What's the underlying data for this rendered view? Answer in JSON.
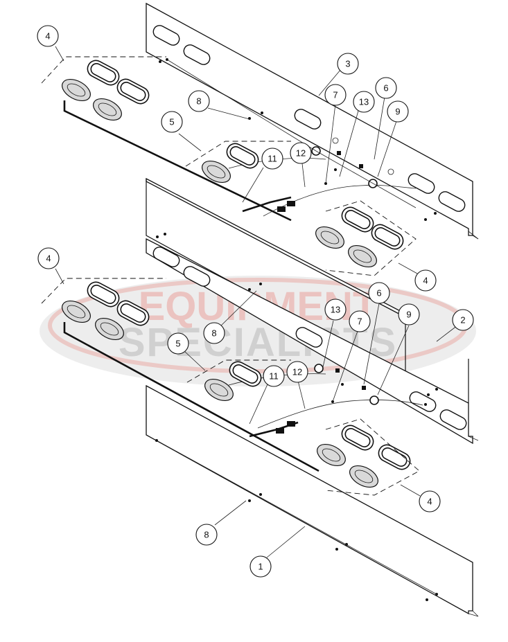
{
  "watermark": {
    "line1": "EQUIPMENT",
    "line2": "SPECIALISTS",
    "red": "#e8766e",
    "gray": "#9a9a9a"
  },
  "callouts": [
    {
      "id": "c4a",
      "label": "4"
    },
    {
      "id": "c3",
      "label": "3"
    },
    {
      "id": "c8a",
      "label": "8"
    },
    {
      "id": "c7a",
      "label": "7"
    },
    {
      "id": "c13a",
      "label": "13"
    },
    {
      "id": "c6a",
      "label": "6"
    },
    {
      "id": "c9a",
      "label": "9"
    },
    {
      "id": "c5a",
      "label": "5"
    },
    {
      "id": "c11a",
      "label": "11"
    },
    {
      "id": "c12a",
      "label": "12"
    },
    {
      "id": "c4b",
      "label": "4"
    },
    {
      "id": "c4c",
      "label": "4"
    },
    {
      "id": "c8b",
      "label": "8"
    },
    {
      "id": "c13b",
      "label": "13"
    },
    {
      "id": "c6b",
      "label": "6"
    },
    {
      "id": "c7b",
      "label": "7"
    },
    {
      "id": "c9b",
      "label": "9"
    },
    {
      "id": "c2",
      "label": "2"
    },
    {
      "id": "c5b",
      "label": "5"
    },
    {
      "id": "c11b",
      "label": "11"
    },
    {
      "id": "c12b",
      "label": "12"
    },
    {
      "id": "c4d",
      "label": "4"
    },
    {
      "id": "c8c",
      "label": "8"
    },
    {
      "id": "c1",
      "label": "1"
    }
  ]
}
